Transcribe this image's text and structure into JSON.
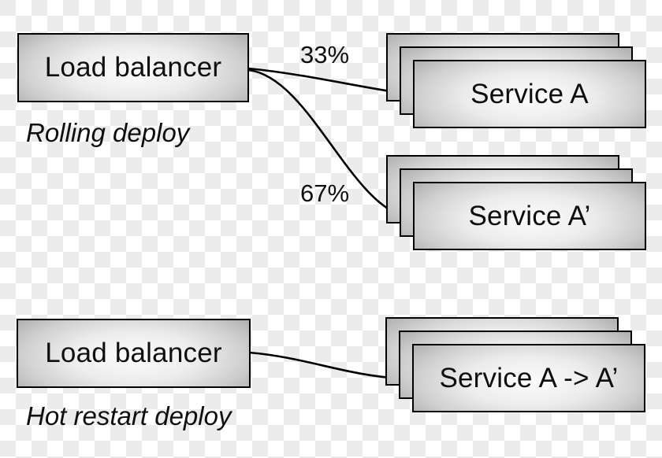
{
  "diagram": {
    "background": {
      "checker_light": "#ffffff",
      "checker_dark": "#ececec"
    },
    "colors": {
      "box_border": "#000000",
      "box_fill_center": "#fcfcfc",
      "box_fill_edge": "#b3b3b3",
      "text": "#0f0f0f",
      "connector": "#000000"
    },
    "top": {
      "load_balancer": "Load balancer",
      "caption": "Rolling deploy",
      "route_service_a_pct": "33%",
      "route_service_a_prime_pct": "67%",
      "service_a": "Service A",
      "service_a_prime": "Service A’"
    },
    "bottom": {
      "load_balancer": "Load balancer",
      "caption": "Hot restart deploy",
      "service_a_to_a_prime": "Service A -> A’"
    }
  }
}
